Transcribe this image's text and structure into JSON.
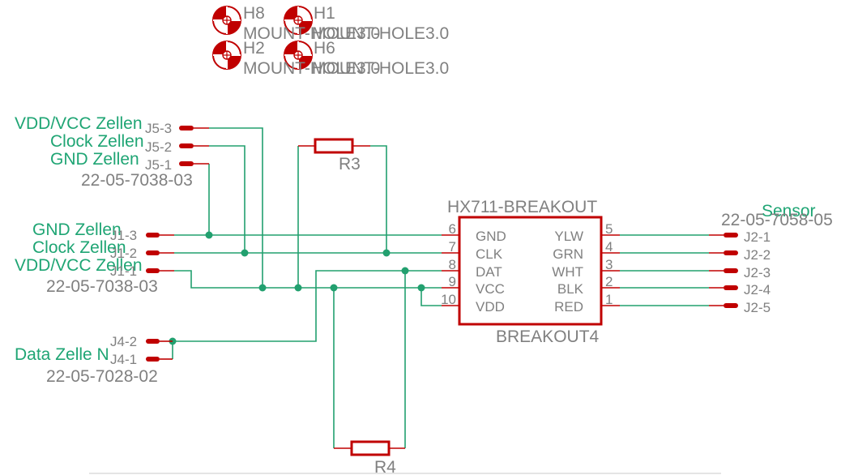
{
  "colors": {
    "wire": "#22a06f",
    "net_label": "#1fa574",
    "symbol": "#c00000",
    "text": "#808080",
    "background": "#ffffff"
  },
  "mount_holes": [
    {
      "name": "H8",
      "value": "MOUNT-HOLE3.0"
    },
    {
      "name": "H1",
      "value": "MOUNT-HOLE3.0"
    },
    {
      "name": "H2",
      "value": "MOUNT-HOLE3.0"
    },
    {
      "name": "H6",
      "value": "MOUNT-HOLE3.0"
    }
  ],
  "connectors": {
    "j5": {
      "value": "22-05-7038-03",
      "pins": [
        {
          "pin": "J5-3",
          "net_label": "VDD/VCC Zellen"
        },
        {
          "pin": "J5-2",
          "net_label": "Clock Zellen"
        },
        {
          "pin": "J5-1",
          "net_label": "GND Zellen"
        }
      ]
    },
    "j1": {
      "value": "22-05-7038-03",
      "pins": [
        {
          "pin": "J1-3",
          "net_label": "GND Zellen"
        },
        {
          "pin": "J1-2",
          "net_label": "Clock Zellen"
        },
        {
          "pin": "J1-1",
          "net_label": "VDD/VCC Zellen"
        }
      ]
    },
    "j4": {
      "value": "22-05-7028-02",
      "net_label": "Data Zelle N",
      "pins": [
        {
          "pin": "J4-2"
        },
        {
          "pin": "J4-1"
        }
      ]
    },
    "j2": {
      "value": "22-05-7058-05",
      "net_label": "Sensor",
      "pins": [
        {
          "pin": "J2-1"
        },
        {
          "pin": "J2-2"
        },
        {
          "pin": "J2-3"
        },
        {
          "pin": "J2-4"
        },
        {
          "pin": "J2-5"
        }
      ]
    }
  },
  "resistors": {
    "r3": {
      "name": "R3"
    },
    "r4": {
      "name": "R4"
    }
  },
  "module": {
    "name": "BREAKOUT4",
    "value": "HX711-BREAKOUT",
    "left_pins": [
      {
        "number": "6",
        "name": "GND"
      },
      {
        "number": "7",
        "name": "CLK"
      },
      {
        "number": "8",
        "name": "DAT"
      },
      {
        "number": "9",
        "name": "VCC"
      },
      {
        "number": "10",
        "name": "VDD"
      }
    ],
    "right_pins": [
      {
        "number": "5",
        "name": "YLW"
      },
      {
        "number": "4",
        "name": "GRN"
      },
      {
        "number": "3",
        "name": "WHT"
      },
      {
        "number": "2",
        "name": "BLK"
      },
      {
        "number": "1",
        "name": "RED"
      }
    ]
  }
}
